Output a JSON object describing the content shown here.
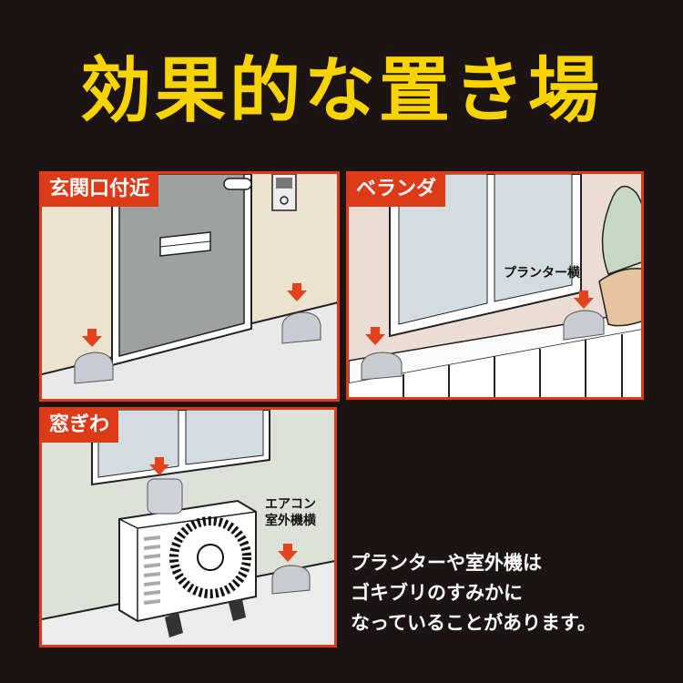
{
  "title": "効果的な置き場",
  "panels": [
    {
      "label": "玄関口付近"
    },
    {
      "label": "ベランダ",
      "note": "プランター横"
    },
    {
      "label": "窓ぎわ",
      "note_line1": "エアコン",
      "note_line2": "室外機横"
    }
  ],
  "caption": [
    "プランターや室外機は",
    "ゴキブリのすみかに",
    "なっていることがあります。"
  ],
  "colors": {
    "background": "#1c1414",
    "title": "#f7d300",
    "accent": "#dd3b17"
  }
}
